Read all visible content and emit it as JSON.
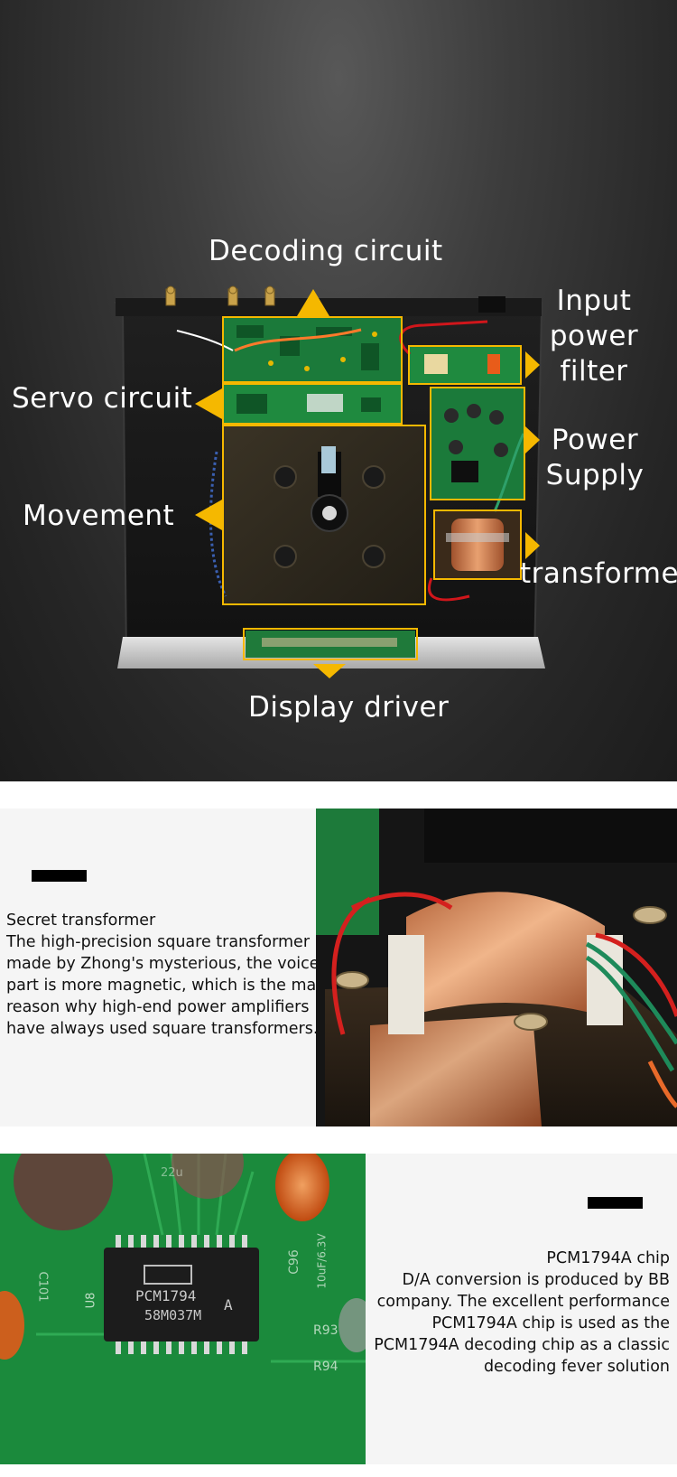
{
  "hero": {
    "labels": {
      "decoding": "Decoding circuit",
      "input_filter": [
        "Input",
        "power",
        "filter"
      ],
      "servo": "Servo circuit",
      "power_supply": [
        "Power",
        "Supply"
      ],
      "movement": "Movement",
      "transformer": "transformer",
      "display": "Display driver"
    },
    "accent_color": "#f5b800"
  },
  "transformer_section": {
    "title": "Secret transformer",
    "lines": [
      "The high-precision square transformer",
      "made by Zhong's mysterious, the voice",
      "part is more magnetic, which is the main",
      "reason why high-end power amplifiers",
      "have always used square transformers."
    ]
  },
  "chip_section": {
    "title": "PCM1794A chip",
    "lines": [
      "D/A conversion is produced by BB",
      "company. The excellent performance",
      "PCM1794A chip is used as the",
      "PCM1794A decoding chip as a classic",
      "decoding fever solution"
    ],
    "chip_marking": [
      "PCM1794",
      "58M037M",
      "A"
    ],
    "board_labels": [
      "U8",
      "C101",
      "C96",
      "10uF/6.3V",
      "R93",
      "R94",
      "22u"
    ]
  }
}
